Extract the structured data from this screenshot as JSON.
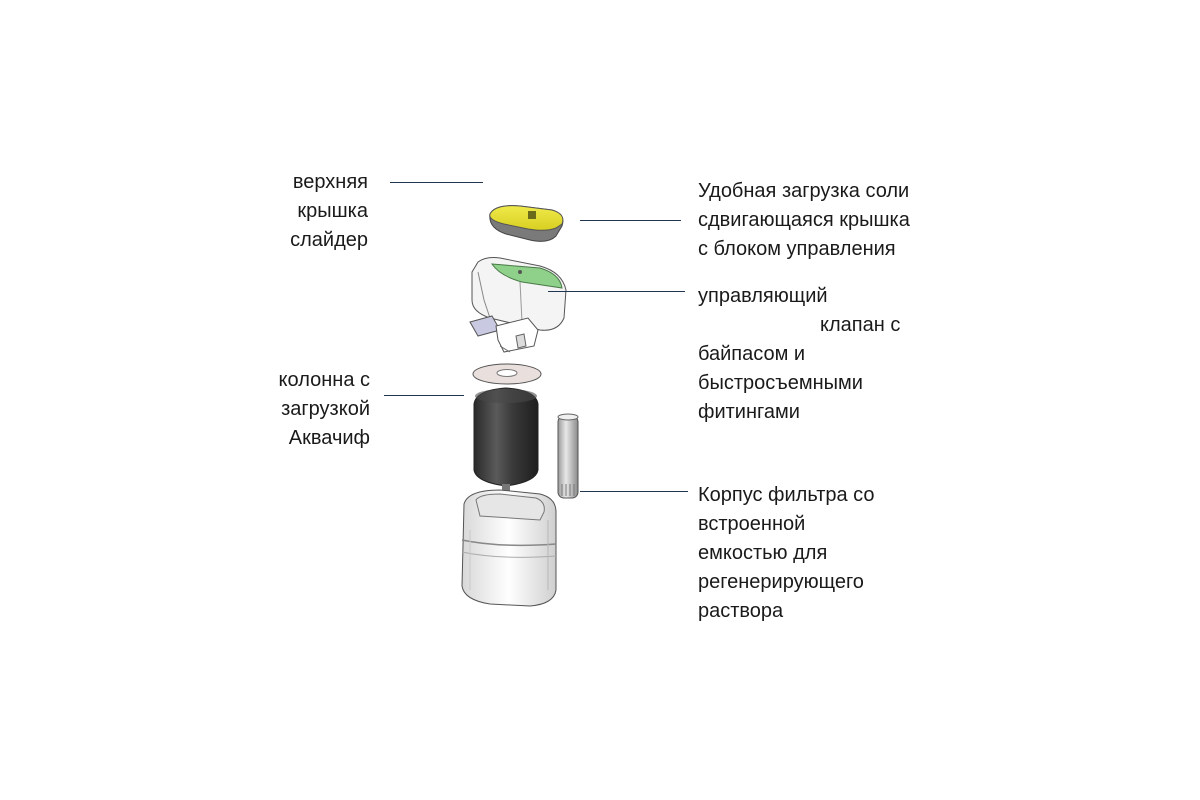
{
  "labels": {
    "top_cover": [
      "верхняя",
      "крышка",
      "слайдер"
    ],
    "salt_loading": [
      "Удобная загрузка соли",
      "сдвигающаяся крышка",
      "с блоком управления"
    ],
    "control_valve": [
      "управляющий",
      "клапан с",
      "байпасом и",
      "быстросъемными",
      "фитингами"
    ],
    "column": [
      "колонна с",
      "загрузкой",
      "Аквачиф"
    ],
    "filter_body": [
      "Корпус фильтра со",
      "встроенной",
      "емкостью для",
      "регенерирующего",
      "раствора"
    ]
  },
  "colors": {
    "leader_line": "#1f3550",
    "slider_lid": "#e8e03a",
    "valve_green": "#8fd08a",
    "column": "#3a3a3a",
    "housing": "#f2f2f2"
  }
}
